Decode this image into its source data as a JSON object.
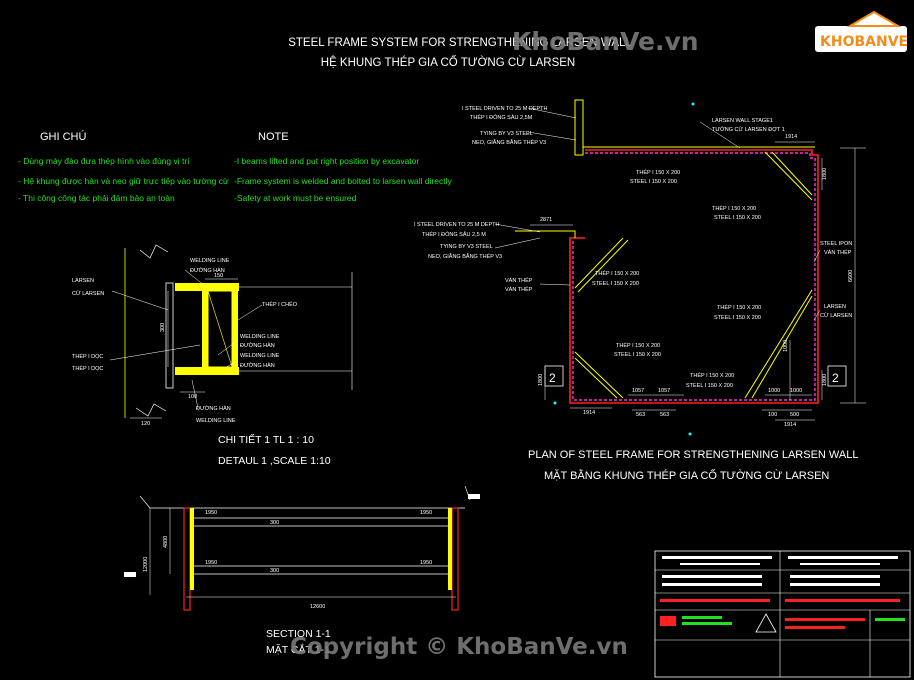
{
  "title": {
    "line1": "STEEL FRAME SYSTEM FOR STRENGTHENING LARSEN WALL",
    "line2": "HỆ KHUNG THÉP GIA CỐ TƯỜNG CỪ LARSEN"
  },
  "notes": {
    "vn_heading": "GHI CHÚ",
    "vn_items": [
      "- Dùng máy đào đưa thép hình vào đúng vị trí",
      "- Hệ khung được hàn và neo giữ trực tiếp vào tường cừ",
      "- Thi công công tác phải đảm bảo an toàn"
    ],
    "en_heading": "NOTE",
    "en_items": [
      "-I beams lifted and put right position by excavator",
      "-Frame system is welded and bolted to larsen wall directly",
      "-Safety at work must be ensured"
    ]
  },
  "detail": {
    "title_vn": "CHI TIẾT 1 TL 1 : 10",
    "title_en": "DETAUL 1 ,SCALE 1:10",
    "labels": {
      "larsen": "LARSEN",
      "cu_larsen": "CỪ LARSEN",
      "welding_line": "WELDING LINE",
      "duong_han": "ĐƯỜNG HÀN",
      "thep_i_cheo": "THÉP I CHÉO",
      "thep_i_doc_1": "THÉP I DỌC",
      "thep_i_doc_2": "THÉP I DỌC"
    },
    "dims": {
      "d150": "150",
      "d300": "300",
      "d100": "100",
      "d120": "120"
    }
  },
  "plan": {
    "title_en": "PLAN OF STEEL FRAME FOR STRENGTHENING LARSEN WALL",
    "title_vn": "MẶT BẰNG KHUNG THÉP GIA CỐ TƯỜNG CỪ LARSEN",
    "labels": {
      "steel_driven_1": "I STEEL DRIVEN TO 25 M DEPTH",
      "thep_dong_1": "THÉP I ĐÓNG SÂU 2,5M",
      "tying_1": "TYING BY V3 STEEL",
      "neo_1": "NEO, GIẰNG BẰNG THÉP V3",
      "larsen_wall": "LARSEN WALL STAGE1",
      "tuong_cu": "TƯỜNG CỪ LARSEN ĐỢT 1",
      "steel_driven_2": "I STEEL DRIVEN TO 25 M DEPTH",
      "thep_dong_2": "THÉP I ĐÓNG SÂU 2,5 M",
      "tying_2": "TYING BY V3 STEEL",
      "neo_2": "NEO, GIẰNG BẰNG THÉP V3",
      "van_thep_1": "VÁN THÉP",
      "van_thep_2": "VÁN THÉP",
      "steel_ipon": "STEEL IPON",
      "van_thep_3": "VÁN THÉP",
      "larsen": "LARSEN",
      "cu_larsen": "CỪ LARSEN",
      "thep_a": "THÉP I 150 X 200",
      "steel_a": "STEEL I 150 X 200",
      "section_mark_left": "2",
      "section_mark_right": "2"
    },
    "dims": {
      "d1914a": "1914",
      "d2871": "2871",
      "d1057a": "1057",
      "d1057b": "1057",
      "d563a": "563",
      "d563b": "563",
      "d1914b": "1914",
      "d1000a": "1000",
      "d1000b": "1000",
      "d1914c": "1914",
      "d500": "500",
      "d1800a": "1800",
      "d1800b": "1800",
      "d6600": "6600"
    }
  },
  "section": {
    "title_en": "SECTION 1-1",
    "title_vn": "MẶT CẮT 1-1",
    "dims": {
      "d1950a": "1950",
      "d1950b": "1950",
      "d1950c": "1950",
      "d1950d": "1950",
      "d300a": "300",
      "d300b": "300",
      "d12600": "12600",
      "d4800": "4800",
      "d12000": "12000"
    }
  },
  "watermarks": {
    "top": "KhoBanVe.vn",
    "bottom": "Copyright © KhoBanVe.vn",
    "logo": "KHOBANVE"
  },
  "colors": {
    "background": "#000000",
    "yellow": "#ffff00",
    "magenta": "#ff2fd0",
    "red": "#ff2020",
    "green": "#22e022",
    "cyan": "#00ffff",
    "watermark": "#7a7a7a",
    "logo_orange": "#f28c1a"
  }
}
